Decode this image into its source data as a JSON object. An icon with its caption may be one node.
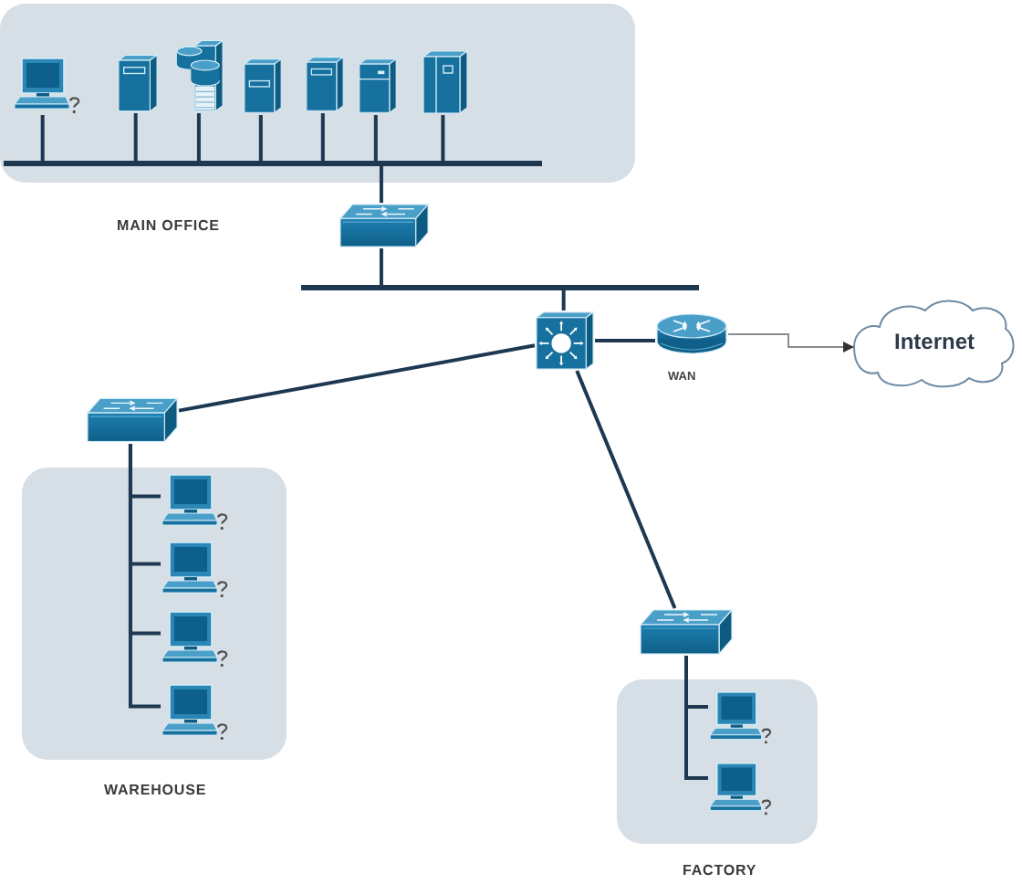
{
  "diagram": {
    "nodes": [
      {
        "text": [
          "MAIN OFFICE"
        ]
      },
      {
        "text": [],
        "shape": "picture",
        "in": 0
      },
      {
        "text": [],
        "shape": "picture",
        "in": 0
      },
      {
        "text": [],
        "shape": "picture",
        "in": 0
      },
      {
        "text": [],
        "shape": "picture",
        "in": 0
      },
      {
        "text": [],
        "shape": "picture",
        "in": 0
      },
      {
        "text": [],
        "shape": "picture",
        "in": 0
      },
      {
        "text": [],
        "shape": "picture",
        "in": 0
      },
      {
        "text": [],
        "shape": "bar",
        "in": 0
      },
      {
        "text": [],
        "shape": "picture"
      },
      {
        "text": [],
        "shape": "bar"
      },
      {
        "text": [],
        "shape": "picture"
      },
      {
        "text": [],
        "shape": "picture",
        "beside": [
          "WAN"
        ]
      },
      {
        "text": [
          "Internet"
        ]
      },
      {
        "text": [],
        "shape": "picture"
      },
      {
        "text": [
          "WAREHOUSE"
        ]
      },
      {
        "text": [],
        "shape": "picture",
        "in": 15
      },
      {
        "text": [],
        "shape": "picture",
        "in": 15
      },
      {
        "text": [],
        "shape": "picture",
        "in": 15
      },
      {
        "text": [],
        "shape": "picture",
        "in": 15
      },
      {
        "text": [],
        "shape": "picture"
      },
      {
        "text": [
          "FACTORY"
        ]
      },
      {
        "text": [],
        "shape": "picture",
        "in": 21
      },
      {
        "text": [],
        "shape": "picture",
        "in": 21
      }
    ],
    "edges": [
      {
        "from": 1,
        "to": 8,
        "arrow": "none"
      },
      {
        "from": 2,
        "to": 8,
        "arrow": "none"
      },
      {
        "from": 3,
        "to": 8,
        "arrow": "none"
      },
      {
        "from": 4,
        "to": 8,
        "arrow": "none"
      },
      {
        "from": 5,
        "to": 8,
        "arrow": "none"
      },
      {
        "from": 6,
        "to": 8,
        "arrow": "none"
      },
      {
        "from": 7,
        "to": 8,
        "arrow": "none"
      },
      {
        "from": 8,
        "to": 9,
        "arrow": "none"
      },
      {
        "from": 9,
        "to": 10,
        "arrow": "none"
      },
      {
        "from": 10,
        "to": 11,
        "arrow": "none"
      },
      {
        "from": 11,
        "to": 12,
        "arrow": "none"
      },
      {
        "from": 12,
        "to": 13,
        "arrow": "to",
        "color": "#8c8c8c"
      },
      {
        "from": 11,
        "to": 14,
        "arrow": "none"
      },
      {
        "from": 11,
        "to": 20,
        "arrow": "none"
      },
      {
        "from": 14,
        "to": 16,
        "arrow": "none"
      },
      {
        "from": 14,
        "to": 17,
        "arrow": "none"
      },
      {
        "from": 14,
        "to": 18,
        "arrow": "none"
      },
      {
        "from": 14,
        "to": 19,
        "arrow": "none"
      },
      {
        "from": 20,
        "to": 22,
        "arrow": "none"
      },
      {
        "from": 20,
        "to": 23,
        "arrow": "none"
      }
    ]
  }
}
